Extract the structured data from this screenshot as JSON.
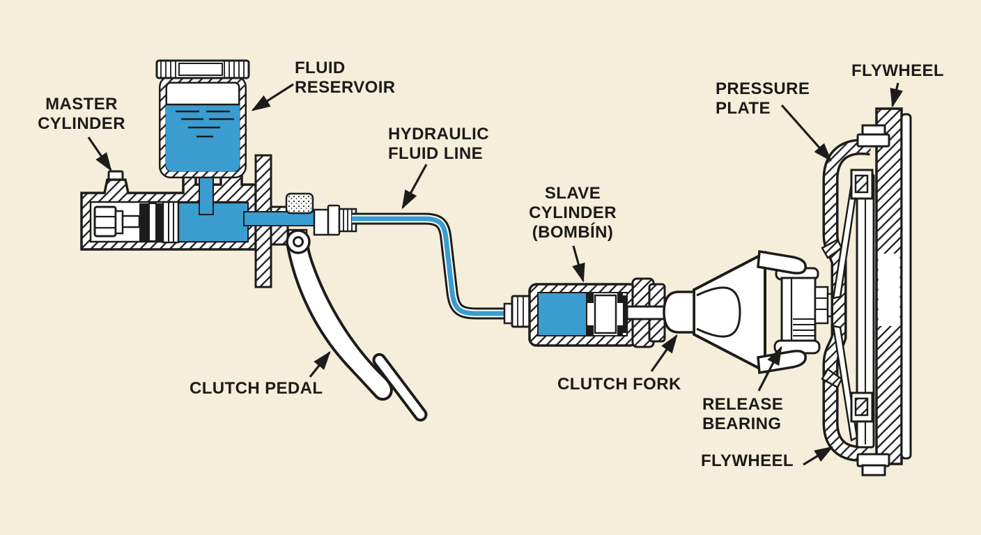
{
  "diagram": {
    "paper_color": "#f5eeda",
    "fluid_color": "#3b9dcf",
    "ink_color": "#1c1c1a"
  },
  "labels": {
    "master_cylinder": {
      "lines": [
        "MASTER",
        "CYLINDER"
      ]
    },
    "fluid_reservoir": {
      "lines": [
        "FLUID",
        "RESERVOIR"
      ]
    },
    "hydraulic_fluid_line": {
      "lines": [
        "HYDRAULIC",
        "FLUID LINE"
      ]
    },
    "slave_cylinder": {
      "lines": [
        "SLAVE",
        "CYLINDER",
        "(BOMBÍN)"
      ]
    },
    "clutch_pedal": {
      "lines": [
        "CLUTCH PEDAL"
      ]
    },
    "clutch_fork": {
      "lines": [
        "CLUTCH FORK"
      ]
    },
    "release_bearing": {
      "lines": [
        "RELEASE",
        "BEARING"
      ]
    },
    "pressure_plate": {
      "lines": [
        "PRESSURE",
        "PLATE"
      ]
    },
    "flywheel_top": {
      "lines": [
        "FLYWHEEL"
      ]
    },
    "flywheel_bottom": {
      "lines": [
        "FLYWHEEL"
      ]
    }
  }
}
